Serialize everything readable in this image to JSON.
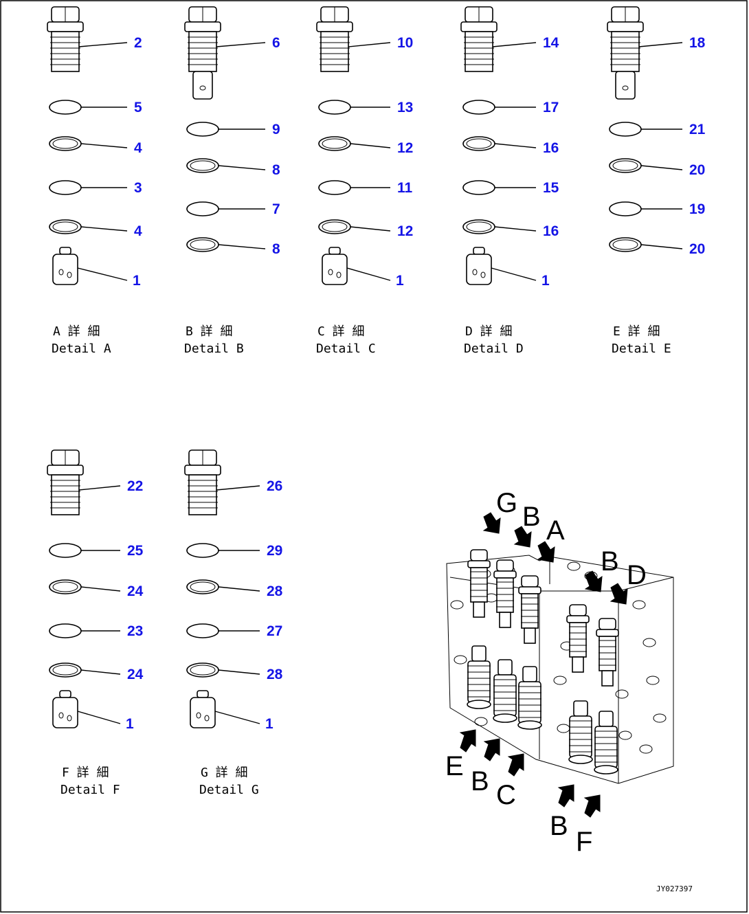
{
  "details": [
    {
      "id": "A",
      "caption_jp": "A 詳 細",
      "caption_en": "Detail A",
      "valve": "2",
      "rings": [
        "5",
        "4",
        "3",
        "4"
      ],
      "plug": "1",
      "valve_style": "cartridge"
    },
    {
      "id": "B",
      "caption_jp": "B 詳 細",
      "caption_en": "Detail B",
      "valve": "6",
      "rings": [
        "9",
        "8",
        "7",
        "8"
      ],
      "plug": null,
      "valve_style": "long"
    },
    {
      "id": "C",
      "caption_jp": "C 詳 細",
      "caption_en": "Detail C",
      "valve": "10",
      "rings": [
        "13",
        "12",
        "11",
        "12"
      ],
      "plug": "1",
      "valve_style": "cartridge"
    },
    {
      "id": "D",
      "caption_jp": "D 詳 細",
      "caption_en": "Detail D",
      "valve": "14",
      "rings": [
        "17",
        "16",
        "15",
        "16"
      ],
      "plug": "1",
      "valve_style": "cartridge"
    },
    {
      "id": "E",
      "caption_jp": "E 詳 細",
      "caption_en": "Detail E",
      "valve": "18",
      "rings": [
        "21",
        "20",
        "19",
        "20"
      ],
      "plug": null,
      "valve_style": "long"
    },
    {
      "id": "F",
      "caption_jp": "F 詳 細",
      "caption_en": "Detail F",
      "valve": "22",
      "rings": [
        "25",
        "24",
        "23",
        "24"
      ],
      "plug": "1",
      "valve_style": "cartridge"
    },
    {
      "id": "G",
      "caption_jp": "G 詳 細",
      "caption_en": "Detail G",
      "valve": "26",
      "rings": [
        "29",
        "28",
        "27",
        "28"
      ],
      "plug": "1",
      "valve_style": "cartridge"
    }
  ],
  "assembly": {
    "top_arrow_labels": [
      "G",
      "B",
      "A",
      "B",
      "D"
    ],
    "bottom_arrow_labels": [
      "E",
      "B",
      "C",
      "B",
      "F"
    ]
  },
  "reference_code": "JY027397",
  "colors": {
    "callout": "#1414e6",
    "line": "#000000",
    "background": "#ffffff"
  }
}
